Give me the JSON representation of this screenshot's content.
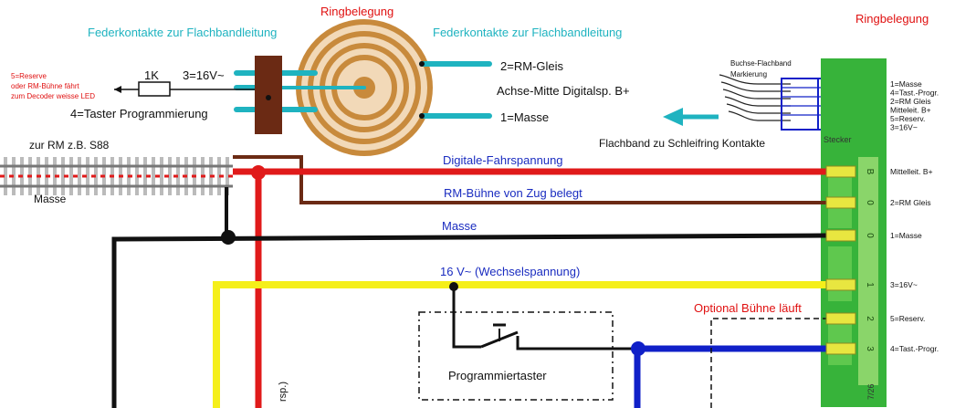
{
  "colors": {
    "digital": "#e01a1a",
    "rm": "#6b2a14",
    "masse": "#111111",
    "ac": "#f5ef1a",
    "taster": "#1020c8",
    "teal": "#1fb3c0",
    "copper": "#c88a3c",
    "pcb": "#37b33a",
    "pad": "#e8e640"
  },
  "ring": {
    "title": "Ringbelegung",
    "spring_left": "Federkontakte zur Flachbandleitung",
    "spring_right": "Federkontakte zur Flachbandleitung",
    "lbl_3": "3=16V~",
    "lbl_4": "4=Taster Programmierung",
    "lbl_2": "2=RM-Gleis",
    "lbl_axis": "Achse-Mitte Digitalsp. B+",
    "lbl_1": "1=Masse",
    "resistor": "1K",
    "reserve_lines": [
      "5=Reserve",
      "oder RM-Bühne fährt",
      "zum Decoder weisse LED"
    ]
  },
  "connector": {
    "title": "Ringbelegung",
    "socket_label": "Buchse-Flachband",
    "marking_label": "Markierung",
    "flat_cable": "Flachband zu Schleifring Kontakte",
    "plug_label": "Stecker",
    "legend": [
      "1=Masse",
      "4=Tast.-Progr.",
      "2=RM Gleis",
      "Mitteleit. B+",
      "5=Reserv.",
      "3=16V~"
    ],
    "pins": [
      {
        "num": "B",
        "label": "Mittelleit. B+"
      },
      {
        "num": "0",
        "label": "2=RM Gleis"
      },
      {
        "num": "0",
        "label": "1=Masse"
      },
      {
        "num": "1",
        "label": "3=16V~"
      },
      {
        "num": "2",
        "label": "5=Reserv."
      },
      {
        "num": "3",
        "label": "4=Tast.-Progr."
      }
    ],
    "board_code": "7/26"
  },
  "track": {
    "rm_label": "zur RM z.B. S88",
    "masse_label": "Masse"
  },
  "wires": {
    "digital": "Digitale-Fahrspannung",
    "rm": "RM-Bühne von Zug belegt",
    "masse": "Masse",
    "ac": "16 V~ (Wechselspannung)"
  },
  "extras": {
    "optional": "Optional Bühne läuft",
    "taster": "Programmiertaster",
    "vertical_fragment": "rsp.)"
  }
}
